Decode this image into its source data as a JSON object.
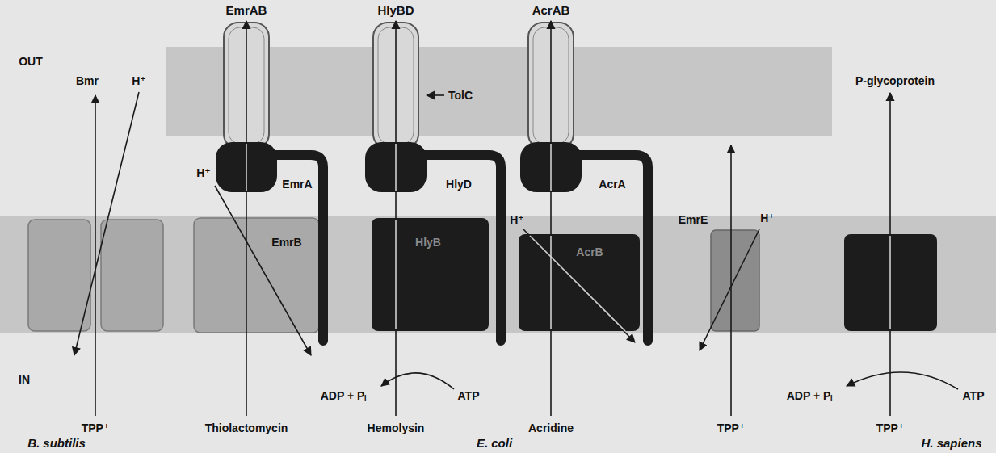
{
  "diagram": {
    "nodes": [
      {
        "text": [
          "EmrB"
        ]
      },
      {
        "text": [
          "HlyB"
        ]
      },
      {
        "text": [
          "AcrB"
        ]
      }
    ],
    "labels": [
      "OUT",
      "EmrAB",
      "HlyBD",
      "AcrAB",
      "Bmr",
      "H⁺",
      "TolC",
      "P-glycoprotein",
      "H⁺",
      "EmrA",
      "HlyD",
      "AcrA",
      "H⁺",
      "EmrE",
      "H⁺",
      "IN",
      "ADP + Pᵢ",
      "ATP",
      "ADP + Pᵢ",
      "ATP",
      "TPP⁺",
      "Thiolactomycin",
      "Hemolysin",
      "Acridine",
      "TPP⁺",
      "TPP⁺",
      "B. subtilis",
      "E. coli",
      "H. sapiens"
    ]
  }
}
